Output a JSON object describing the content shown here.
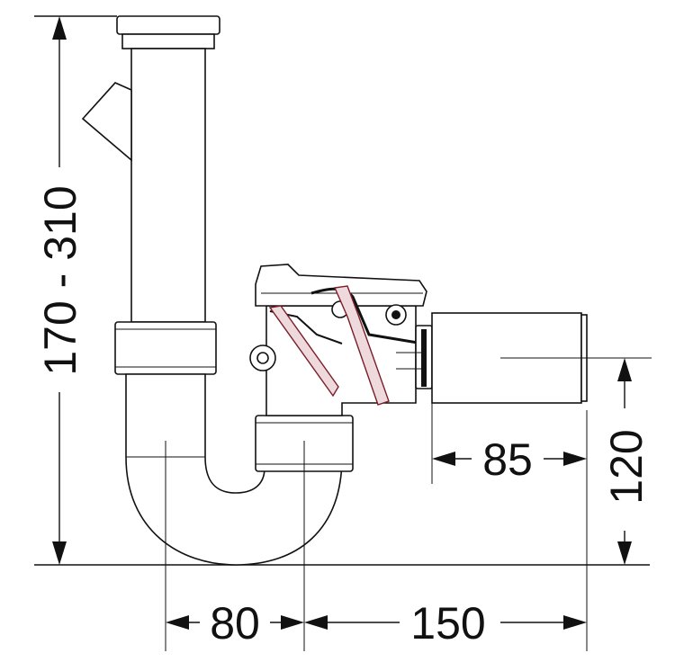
{
  "dimensions": {
    "height_range": "170 - 310",
    "outlet_height": "120",
    "outlet_length": "85",
    "trap_spacing": "80",
    "horizontal_offset": "150"
  },
  "colors": {
    "line": "#111111",
    "valve_accent": "#7a1d28",
    "valve_fill": "#eed9dc",
    "background": "#ffffff"
  }
}
